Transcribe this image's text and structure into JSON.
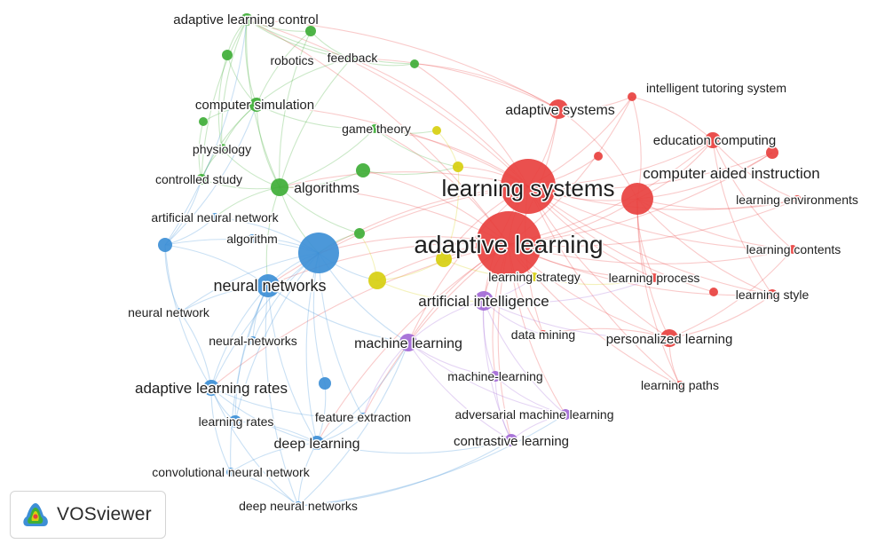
{
  "brand": {
    "name": "VOSviewer"
  },
  "clusters": {
    "red": "#e8413f",
    "green": "#3fae37",
    "blue": "#3d8fd6",
    "yellow": "#d7cf10",
    "purple": "#a269d6"
  },
  "nodes": [
    {
      "id": "learning-systems",
      "label": "learning systems",
      "cluster": "red"
    },
    {
      "id": "adaptive-learning",
      "label": "adaptive learning",
      "cluster": "red"
    },
    {
      "id": "computer-aided-instruction",
      "label": "computer aided instruction",
      "cluster": "red"
    },
    {
      "id": "adaptive-systems",
      "label": "adaptive systems",
      "cluster": "red"
    },
    {
      "id": "education-computing",
      "label": "education computing",
      "cluster": "red"
    },
    {
      "id": "intelligent-tutoring-system",
      "label": "intelligent tutoring system",
      "cluster": "red"
    },
    {
      "id": "learning-environments",
      "label": "learning environments",
      "cluster": "red"
    },
    {
      "id": "learning-contents",
      "label": "learning contents",
      "cluster": "red"
    },
    {
      "id": "learning-process",
      "label": "learning process",
      "cluster": "red"
    },
    {
      "id": "learning-style",
      "label": "learning style",
      "cluster": "red"
    },
    {
      "id": "personalized-learning",
      "label": "personalized learning",
      "cluster": "red"
    },
    {
      "id": "learning-paths",
      "label": "learning paths",
      "cluster": "red"
    },
    {
      "id": "data-mining",
      "label": "data mining",
      "cluster": "red"
    },
    {
      "id": "red-a",
      "label": "",
      "cluster": "red"
    },
    {
      "id": "red-b",
      "label": "",
      "cluster": "red"
    },
    {
      "id": "red-c",
      "label": "",
      "cluster": "red"
    },
    {
      "id": "adaptive-learning-control",
      "label": "adaptive learning control",
      "cluster": "green"
    },
    {
      "id": "robotics",
      "label": "robotics",
      "cluster": "green"
    },
    {
      "id": "feedback",
      "label": "feedback",
      "cluster": "green"
    },
    {
      "id": "computer-simulation",
      "label": "computer simulation",
      "cluster": "green"
    },
    {
      "id": "physiology",
      "label": "physiology",
      "cluster": "green"
    },
    {
      "id": "controlled-study",
      "label": "controlled study",
      "cluster": "green"
    },
    {
      "id": "algorithms",
      "label": "algorithms",
      "cluster": "green"
    },
    {
      "id": "game-theory",
      "label": "game theory",
      "cluster": "green"
    },
    {
      "id": "green-a",
      "label": "",
      "cluster": "green"
    },
    {
      "id": "green-b",
      "label": "",
      "cluster": "green"
    },
    {
      "id": "green-c",
      "label": "",
      "cluster": "green"
    },
    {
      "id": "green-d",
      "label": "",
      "cluster": "green"
    },
    {
      "id": "green-e",
      "label": "",
      "cluster": "green"
    },
    {
      "id": "artificial-neural-network",
      "label": "artificial neural network",
      "cluster": "blue"
    },
    {
      "id": "algorithm",
      "label": "algorithm",
      "cluster": "blue"
    },
    {
      "id": "neural-networks",
      "label": "neural networks",
      "cluster": "blue"
    },
    {
      "id": "neural-network",
      "label": "neural network",
      "cluster": "blue"
    },
    {
      "id": "neural-networks-hyphen",
      "label": "neural-networks",
      "cluster": "blue"
    },
    {
      "id": "adaptive-learning-rates",
      "label": "adaptive learning rates",
      "cluster": "blue"
    },
    {
      "id": "learning-rates",
      "label": "learning rates",
      "cluster": "blue"
    },
    {
      "id": "feature-extraction",
      "label": "feature extraction",
      "cluster": "blue"
    },
    {
      "id": "deep-learning",
      "label": "deep learning",
      "cluster": "blue"
    },
    {
      "id": "convolutional-neural-network",
      "label": "convolutional neural network",
      "cluster": "blue"
    },
    {
      "id": "deep-neural-networks",
      "label": "deep neural networks",
      "cluster": "blue"
    },
    {
      "id": "blue-hub",
      "label": "",
      "cluster": "blue"
    },
    {
      "id": "blue-a",
      "label": "",
      "cluster": "blue"
    },
    {
      "id": "blue-b",
      "label": "",
      "cluster": "blue"
    },
    {
      "id": "learning-strategy",
      "label": "learning strategy",
      "cluster": "yellow"
    },
    {
      "id": "yellow-a",
      "label": "",
      "cluster": "yellow"
    },
    {
      "id": "yellow-b",
      "label": "",
      "cluster": "yellow"
    },
    {
      "id": "yellow-c",
      "label": "",
      "cluster": "yellow"
    },
    {
      "id": "yellow-d",
      "label": "",
      "cluster": "yellow"
    },
    {
      "id": "artificial-intelligence",
      "label": "artificial intelligence",
      "cluster": "purple"
    },
    {
      "id": "machine-learning",
      "label": "machine learning",
      "cluster": "purple"
    },
    {
      "id": "machine-learning-hyphen",
      "label": "machine-learning",
      "cluster": "purple"
    },
    {
      "id": "adversarial-machine-learning",
      "label": "adversarial machine learning",
      "cluster": "purple"
    },
    {
      "id": "contrastive-learning",
      "label": "contrastive learning",
      "cluster": "purple"
    }
  ]
}
